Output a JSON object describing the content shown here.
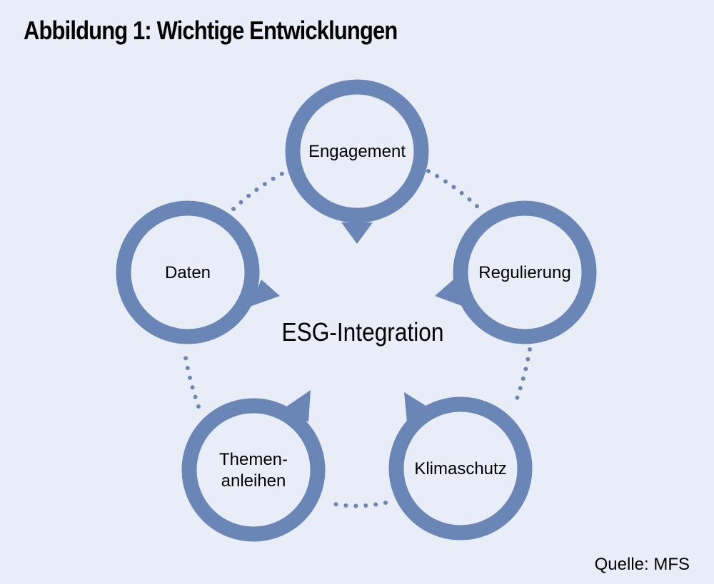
{
  "figure": {
    "title": "Abbildung 1: Wichtige Entwicklungen",
    "center_label": "ESG-Integration",
    "source": "Quelle: MFS"
  },
  "nodes": [
    {
      "id": "engagement",
      "lines": [
        "Engagement"
      ]
    },
    {
      "id": "regulierung",
      "lines": [
        "Regulierung"
      ]
    },
    {
      "id": "klimaschutz",
      "lines": [
        "Klimaschutz"
      ]
    },
    {
      "id": "themenanleihen",
      "lines": [
        "Themen-",
        "anleihen"
      ]
    },
    {
      "id": "daten",
      "lines": [
        "Daten"
      ]
    }
  ],
  "colors": {
    "background": "#e8edf7",
    "ring": "#6a86b6",
    "ring_fill": "#e8edf7",
    "text": "#000000"
  },
  "icons": {
    "connector": "dotted-line",
    "node_shape": "speech-bubble-ring"
  }
}
